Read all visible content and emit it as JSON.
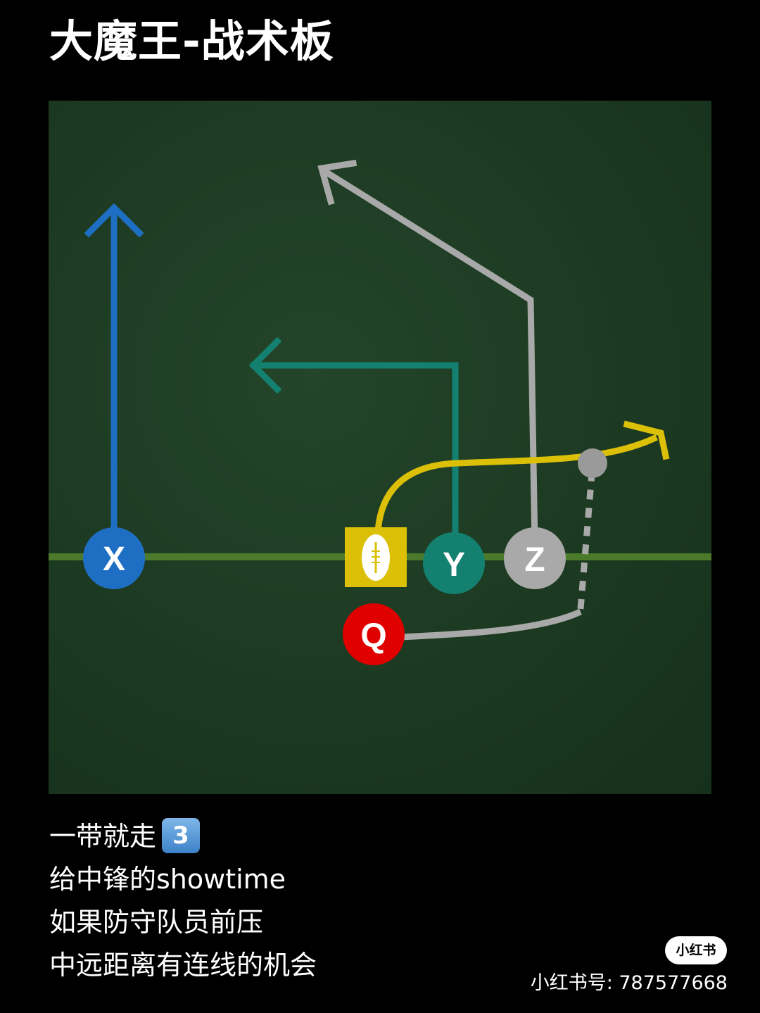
{
  "title": "大魔王-战术板",
  "players": {
    "x": "X",
    "y": "Y",
    "z": "Z",
    "q": "Q"
  },
  "colors": {
    "field": "#1c3a22",
    "line_of_scrimmage": "#4a7a2a",
    "x": "#1e6fc4",
    "y": "#138070",
    "z": "#a9a9a9",
    "q": "#e00000",
    "center": "#dbc007"
  },
  "caption": {
    "line1": "一带就走",
    "line1_badge": "3",
    "line2": "给中锋的showtime",
    "line3": "如果防守队员前压",
    "line4": "中远距离有连线的机会"
  },
  "logo": "小红书",
  "watermark": "小红书号: 787577668"
}
